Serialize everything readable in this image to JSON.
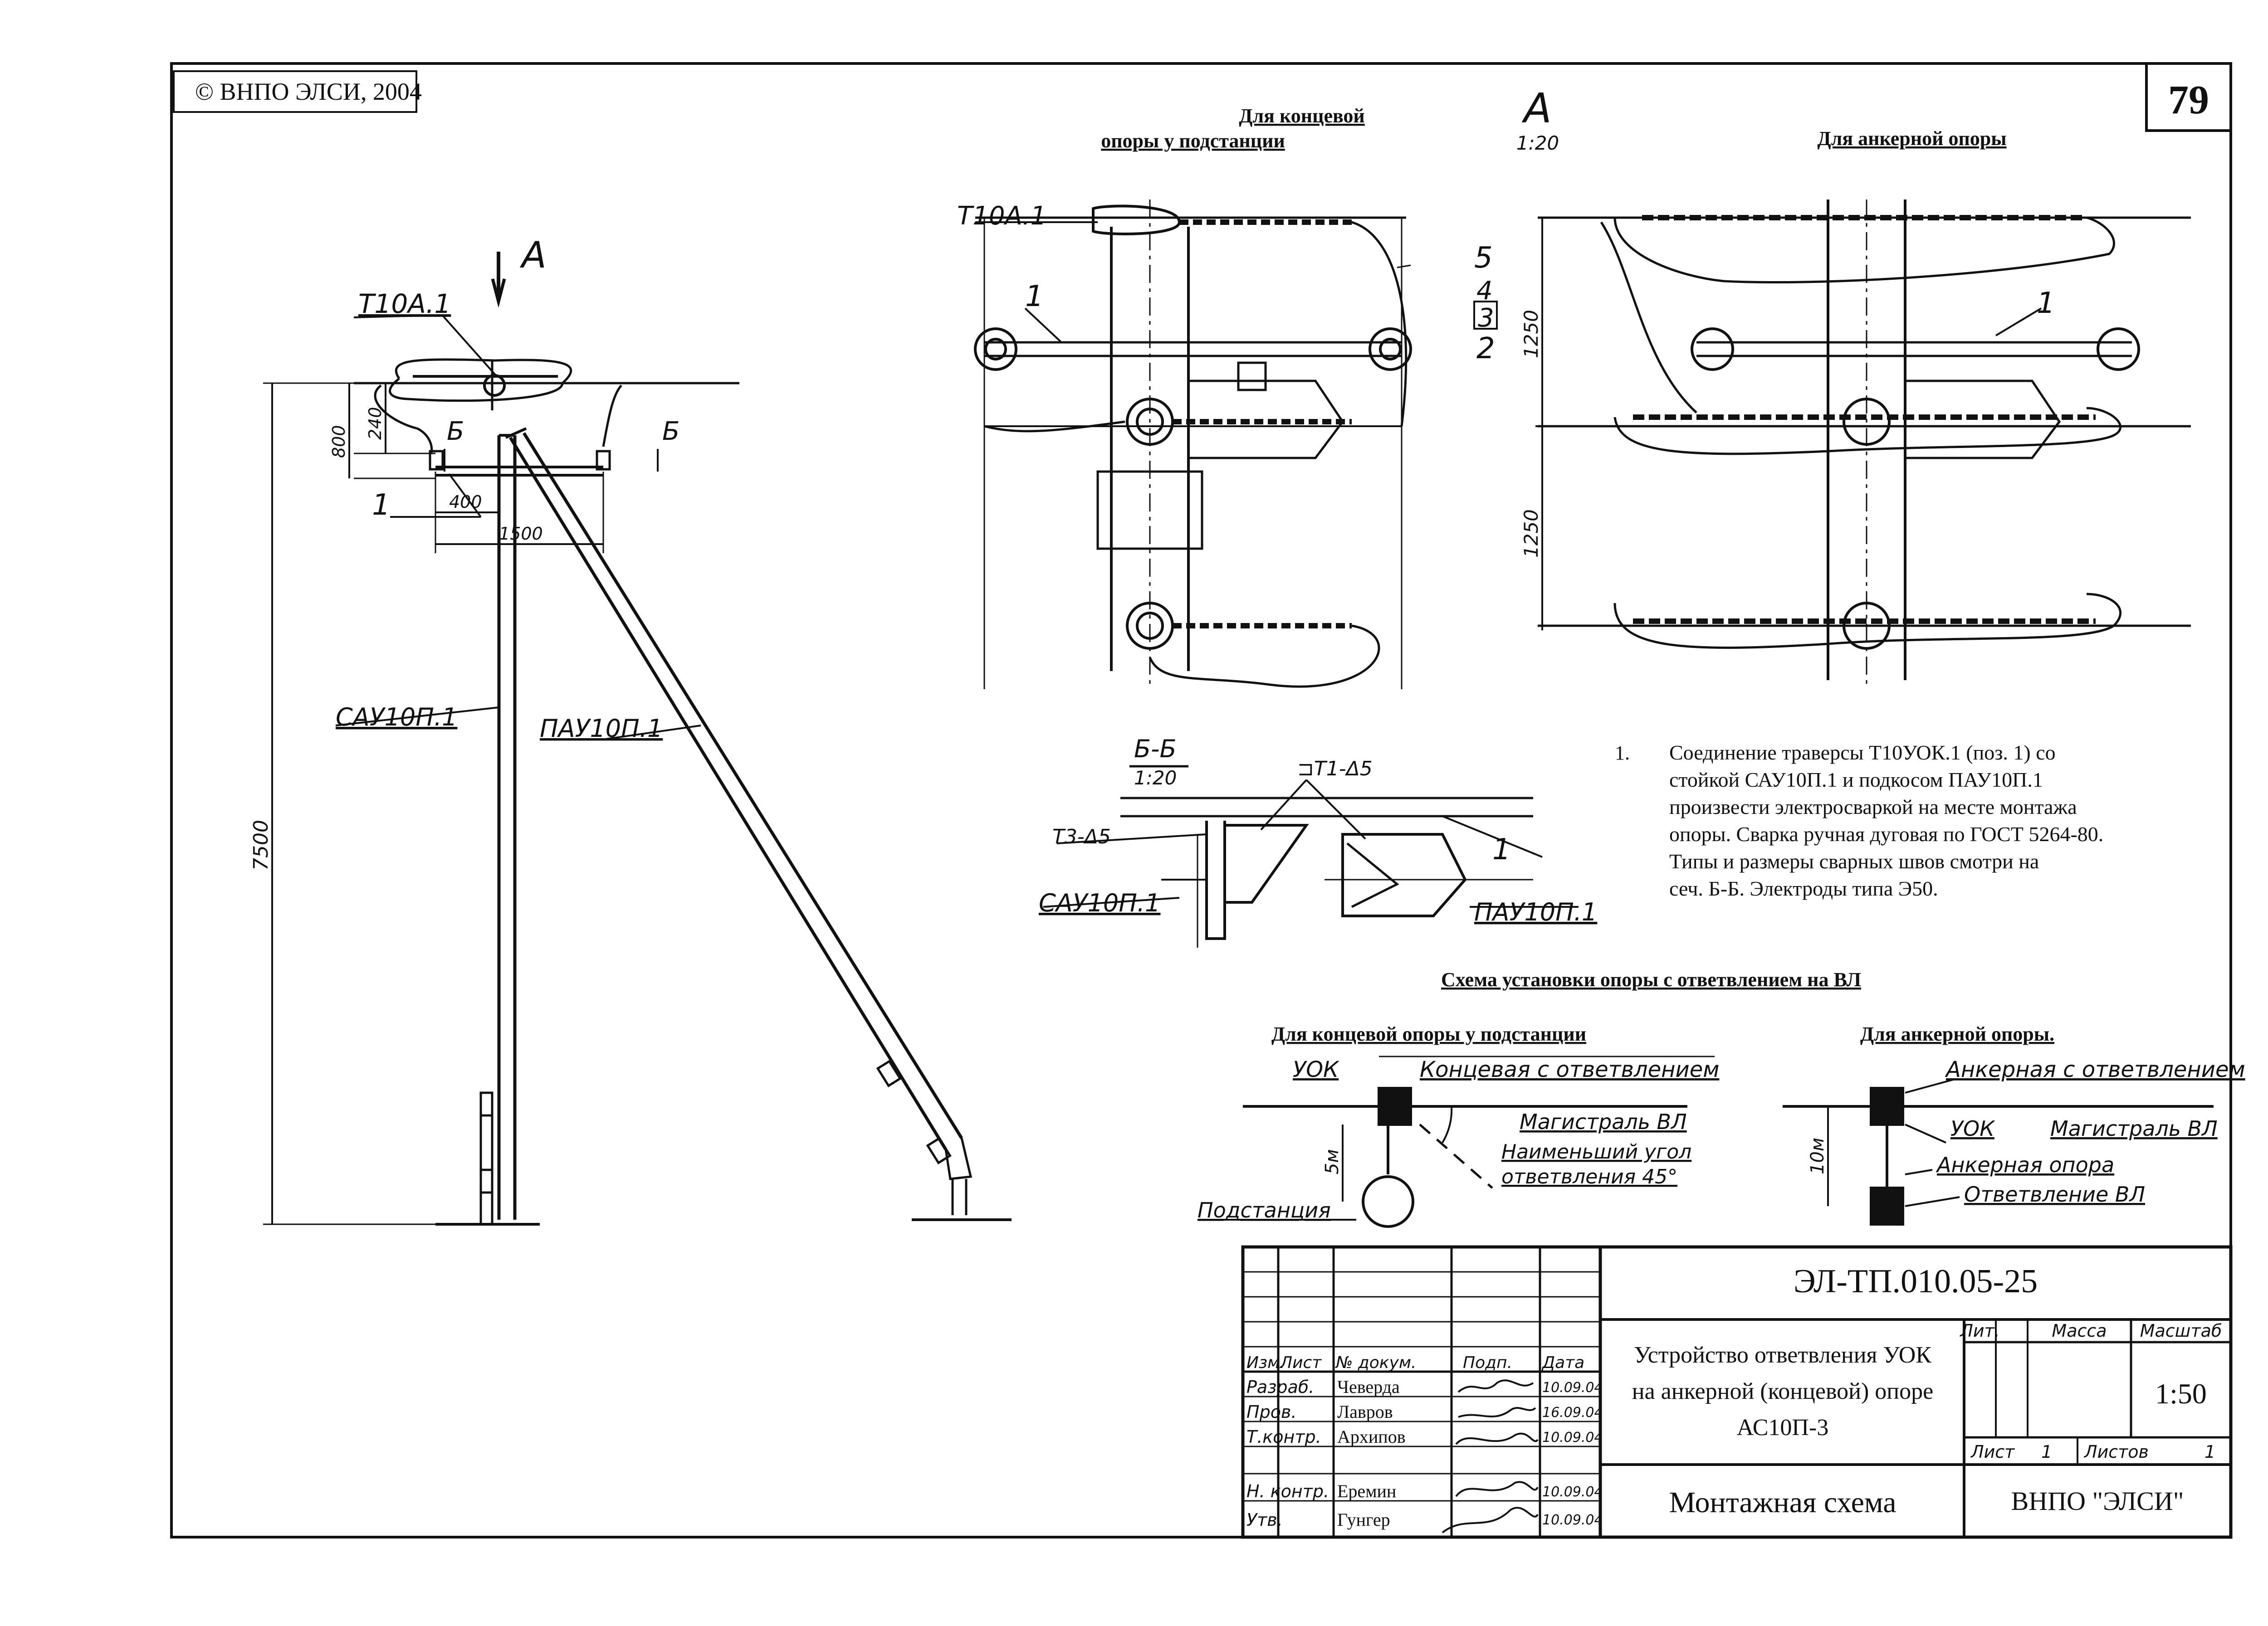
{
  "copyright": "© ВНПО ЭЛСИ, 2004",
  "page_number": "79",
  "view_a": {
    "letter": "А",
    "scale": "1:20"
  },
  "headers": {
    "end_line1": "Для концевой",
    "end_line2": "опоры у подстанции",
    "anchor": "Для анкерной опоры"
  },
  "left_view": {
    "arrow_label": "А",
    "crossarm_label": "Т10А.1",
    "item_1": "1",
    "section_mark": "Б",
    "dim_800": "800",
    "dim_240": "240",
    "dim_400": "400",
    "dim_1500": "1500",
    "dim_7500": "7500",
    "post_label": "САУ10П.1",
    "brace_label": "ПАУ10П.1"
  },
  "view_a_labels": {
    "crossarm": "Т10А.1",
    "item_1": "1",
    "item_5": "5",
    "item_4": "4",
    "item_3": "3",
    "item_2": "2",
    "dim_1250_top": "1250",
    "dim_1250_bottom": "1250",
    "item_1_right": "1"
  },
  "section_bb": {
    "title": "Б-Б",
    "scale": "1:20",
    "weld_t1": "⊐Т1-Δ5",
    "weld_t3": "Т3-Δ5",
    "item_1": "1",
    "post_label": "САУ10П.1",
    "brace_label": "ПАУ10П.1"
  },
  "note": {
    "number": "1.",
    "lines": [
      "Соединение траверсы Т10УОК.1 (поз. 1) со",
      "стойкой САУ10П.1 и подкосом ПАУ10П.1",
      "произвести  электросваркой на месте монтажа",
      "опоры. Сварка ручная дуговая  по ГОСТ 5264-80.",
      "Типы и размеры сварных швов смотри на",
      "сеч. Б-Б. Электроды типа Э50."
    ]
  },
  "scheme": {
    "title": "Схема установки опоры с ответвлением на ВЛ",
    "end_title": "Для концевой опоры у подстанции",
    "anchor_title": "Для анкерной опоры.",
    "end": {
      "uok": "УОК",
      "end_branch": "Концевая с ответвлением",
      "main": "Магистраль ВЛ",
      "angle1": "Наименьший угол",
      "angle2": "ответвления 45°",
      "dim": "5м",
      "substation": "Подстанция"
    },
    "anchor": {
      "anchor_branch": "Анкерная с ответвлением",
      "uok": "УОК",
      "main": "Магистраль ВЛ",
      "anchor_support": "Анкерная опора",
      "branch": "Ответвление ВЛ",
      "dim": "10м"
    }
  },
  "title_block": {
    "code": "ЭЛ-ТП.010.05-25",
    "name_lines": [
      "Устройство ответвления УОК",
      "на анкерной (концевой) опоре",
      "АС10П-3"
    ],
    "sheet_title": "Монтажная схема",
    "company": "ВНПО \"ЭЛСИ\"",
    "col_headers": [
      "Изм.",
      "Лист",
      "№ докум.",
      "Подп.",
      "Дата"
    ],
    "roles": [
      {
        "role": "Разраб.",
        "name": "Чеверда",
        "date": "10.09.04"
      },
      {
        "role": "Пров.",
        "name": "Лавров",
        "date": "16.09.04"
      },
      {
        "role": "Т.контр.",
        "name": "Архипов",
        "date": "10.09.04"
      },
      {
        "role": "Н. контр.",
        "name": "Еремин",
        "date": "10.09.04"
      },
      {
        "role": "Утв.",
        "name": "Гунгер",
        "date": "10.09.04"
      }
    ],
    "lit_header": "Лит.",
    "mass_header": "Масса",
    "scale_header": "Масштаб",
    "scale_value": "1:50",
    "sheet_label": "Лист",
    "sheet_value": "1",
    "sheets_label": "Листов",
    "sheets_value": "1"
  }
}
